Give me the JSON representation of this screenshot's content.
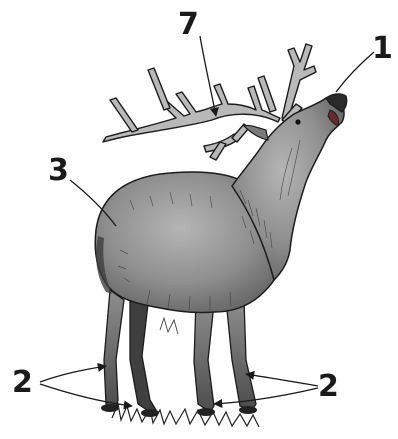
{
  "colors": {
    "background": "#ffffff",
    "coat_light": "#a9a9a9",
    "coat_mid": "#8a8a8a",
    "coat_dark": "#4a4a4a",
    "antler": "#b9b9b9",
    "ink": "#1a1a1a"
  },
  "callouts": {
    "antlers": "7",
    "mouth": "1",
    "body": "3",
    "legs_left": "2",
    "legs_right": "2"
  }
}
